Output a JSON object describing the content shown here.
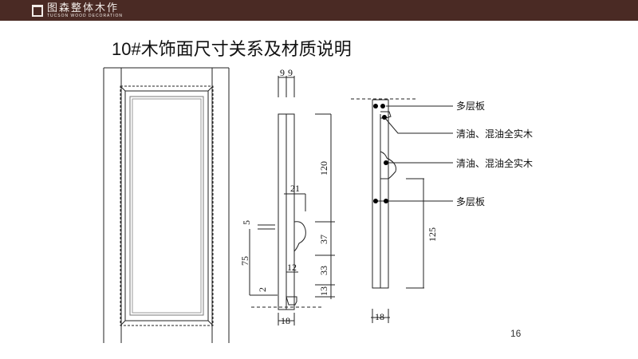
{
  "header": {
    "brand_cn": "图森整体木作",
    "brand_en": "TUCSON WOOD DECORATION"
  },
  "title": "10#木饰面尺寸关系及材质说明",
  "section_dims": {
    "top": [
      "9",
      "9"
    ],
    "d120": "120",
    "d21": "21",
    "d5": "5",
    "d37": "37",
    "d75": "75",
    "d12": "12",
    "d33": "33",
    "d2": "2",
    "d13": "13",
    "bottom": "18"
  },
  "material_dims": {
    "d125": "125",
    "bottom": "18"
  },
  "labels": [
    "多层板",
    "清油、混油全实木",
    "清油、混油全实木",
    "多层板"
  ],
  "page_number": "16"
}
